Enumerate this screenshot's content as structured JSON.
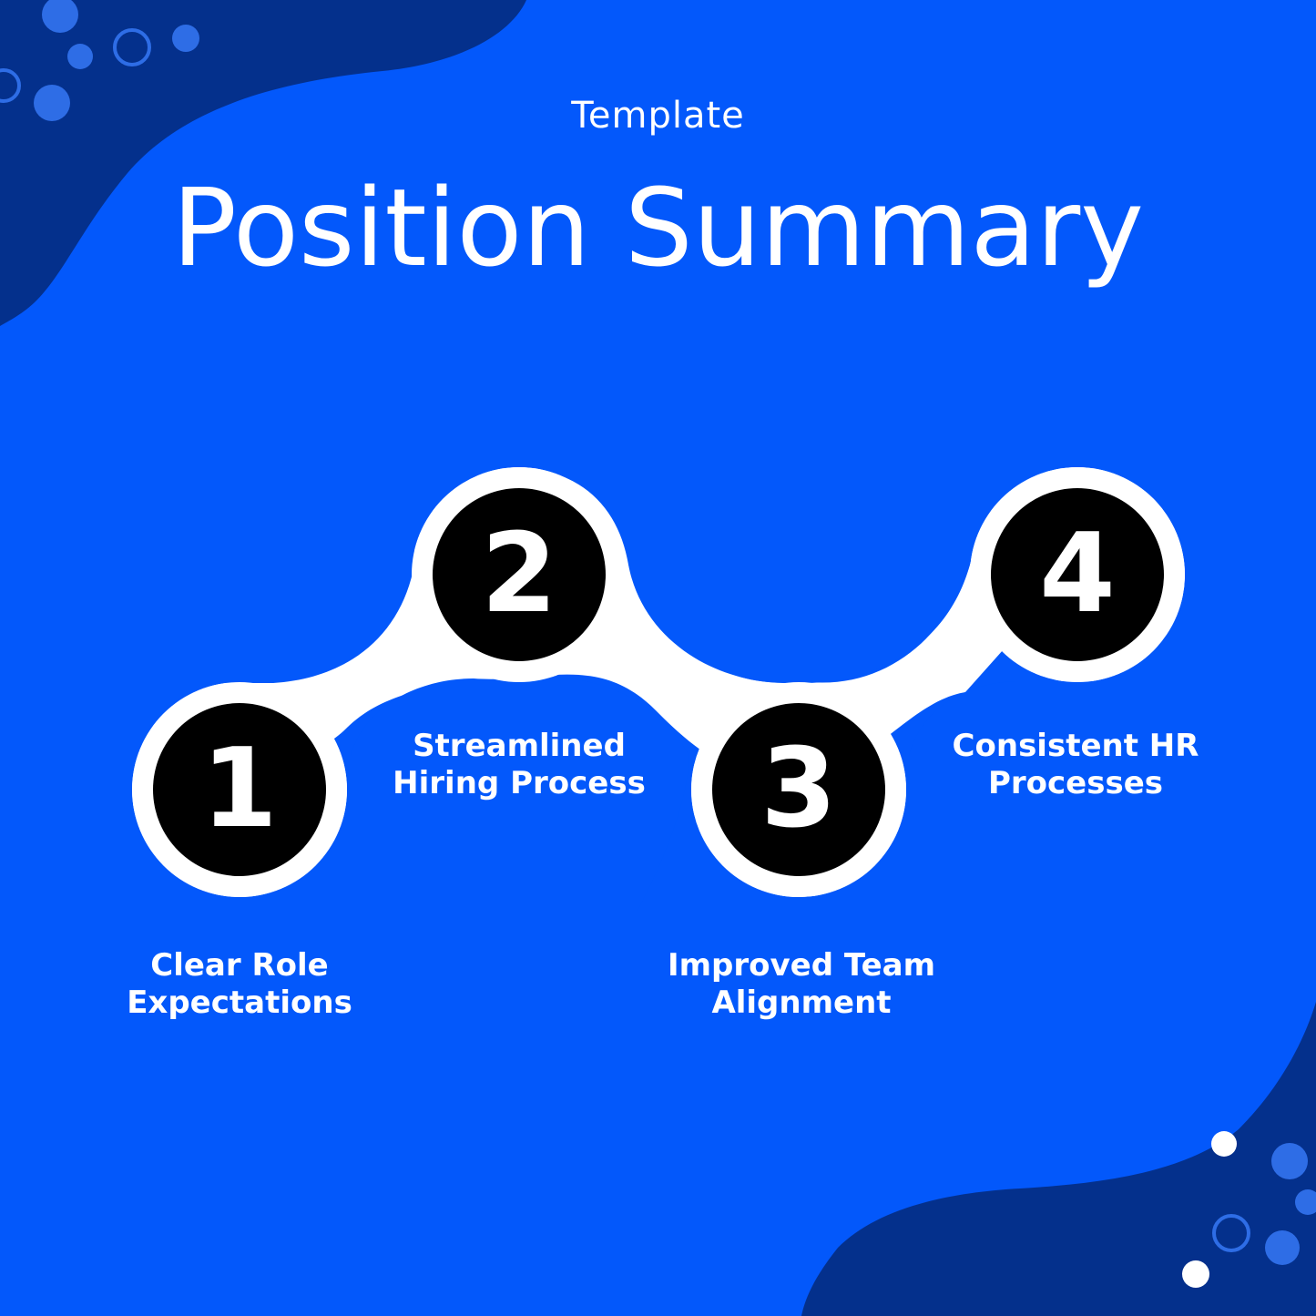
{
  "header": {
    "subtitle": "Template",
    "title": "Position Summary"
  },
  "colors": {
    "background": "#0358fb",
    "corner_shape": "#04308c",
    "connector": "#ffffff",
    "step_circle": "#000000",
    "text": "#ffffff"
  },
  "steps": [
    {
      "number": "1",
      "label_line1": "Clear Role",
      "label_line2": "Expectations"
    },
    {
      "number": "2",
      "label_line1": "Streamlined",
      "label_line2": "Hiring Process"
    },
    {
      "number": "3",
      "label_line1": "Improved Team",
      "label_line2": "Alignment"
    },
    {
      "number": "4",
      "label_line1": "Consistent HR",
      "label_line2": "Processes"
    }
  ]
}
